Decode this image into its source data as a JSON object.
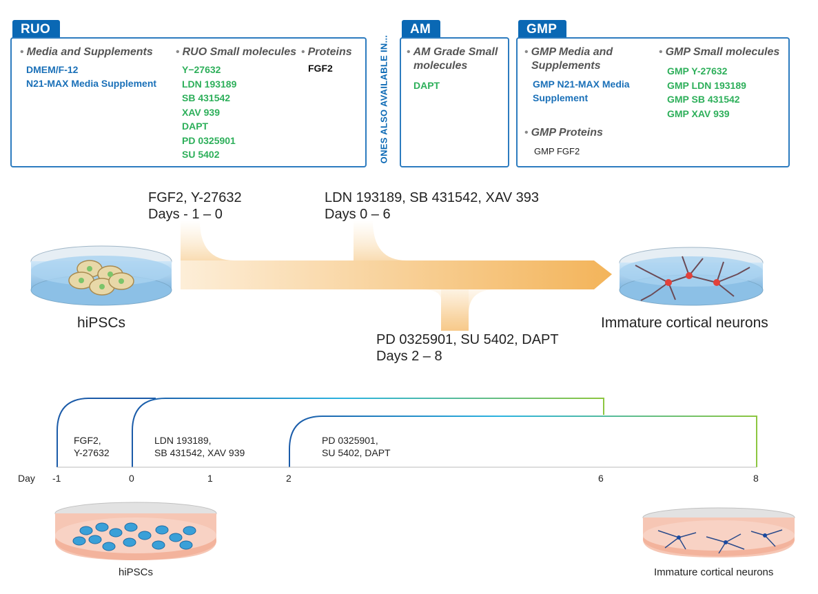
{
  "ruo": {
    "tab": "RUO",
    "media_heading": "Media and Supplements",
    "media_items": [
      "DMEM/F-12",
      "N21-MAX Media Supplement"
    ],
    "small_heading": "RUO Small molecules",
    "small_items": [
      "Y−27632",
      "LDN 193189",
      "SB 431542",
      "XAV 939",
      "DAPT",
      "PD 0325901",
      "SU 5402"
    ],
    "proteins_heading": "Proteins",
    "proteins_items": [
      "FGF2"
    ]
  },
  "side_banner": "ONES ALSO AVAILABLE IN...",
  "am": {
    "tab": "AM",
    "heading_line1": "AM Grade Small",
    "heading_line2": "molecules",
    "items": [
      "DAPT"
    ]
  },
  "gmp": {
    "tab": "GMP",
    "media_heading_line1": "GMP Media and",
    "media_heading_line2": "Supplements",
    "media_item_line1": "GMP N21-MAX Media",
    "media_item_line2": "Supplement",
    "proteins_heading": "GMP Proteins",
    "proteins_item": "GMP FGF2",
    "small_heading": "GMP Small molecules",
    "small_items": [
      "GMP Y-27632",
      "GMP LDN 193189",
      "GMP SB 431542",
      "GMP XAV 939"
    ]
  },
  "flow": {
    "step1_line1": "FGF2, Y-27632",
    "step1_line2": "Days - 1 – 0",
    "step2_line1": "LDN 193189, SB 431542, XAV 393",
    "step2_line2": "Days 0 – 6",
    "step3_line1": "PD 0325901, SU 5402, DAPT",
    "step3_line2": "Days 2 – 8",
    "start_label": "hiPSCs",
    "end_label": "Immature cortical neurons"
  },
  "timeline": {
    "day_label": "Day",
    "ticks": [
      "-1",
      "0",
      "1",
      "2",
      "6",
      "8"
    ],
    "phase1_line1": "FGF2,",
    "phase1_line2": "Y-27632",
    "phase2_line1": "LDN 193189,",
    "phase2_line2": "SB 431542, XAV 939",
    "phase3_line1": "PD 0325901,",
    "phase3_line2": "SU 5402, DAPT",
    "start_label": "hiPSCs",
    "end_label": "Immature cortical neurons"
  }
}
